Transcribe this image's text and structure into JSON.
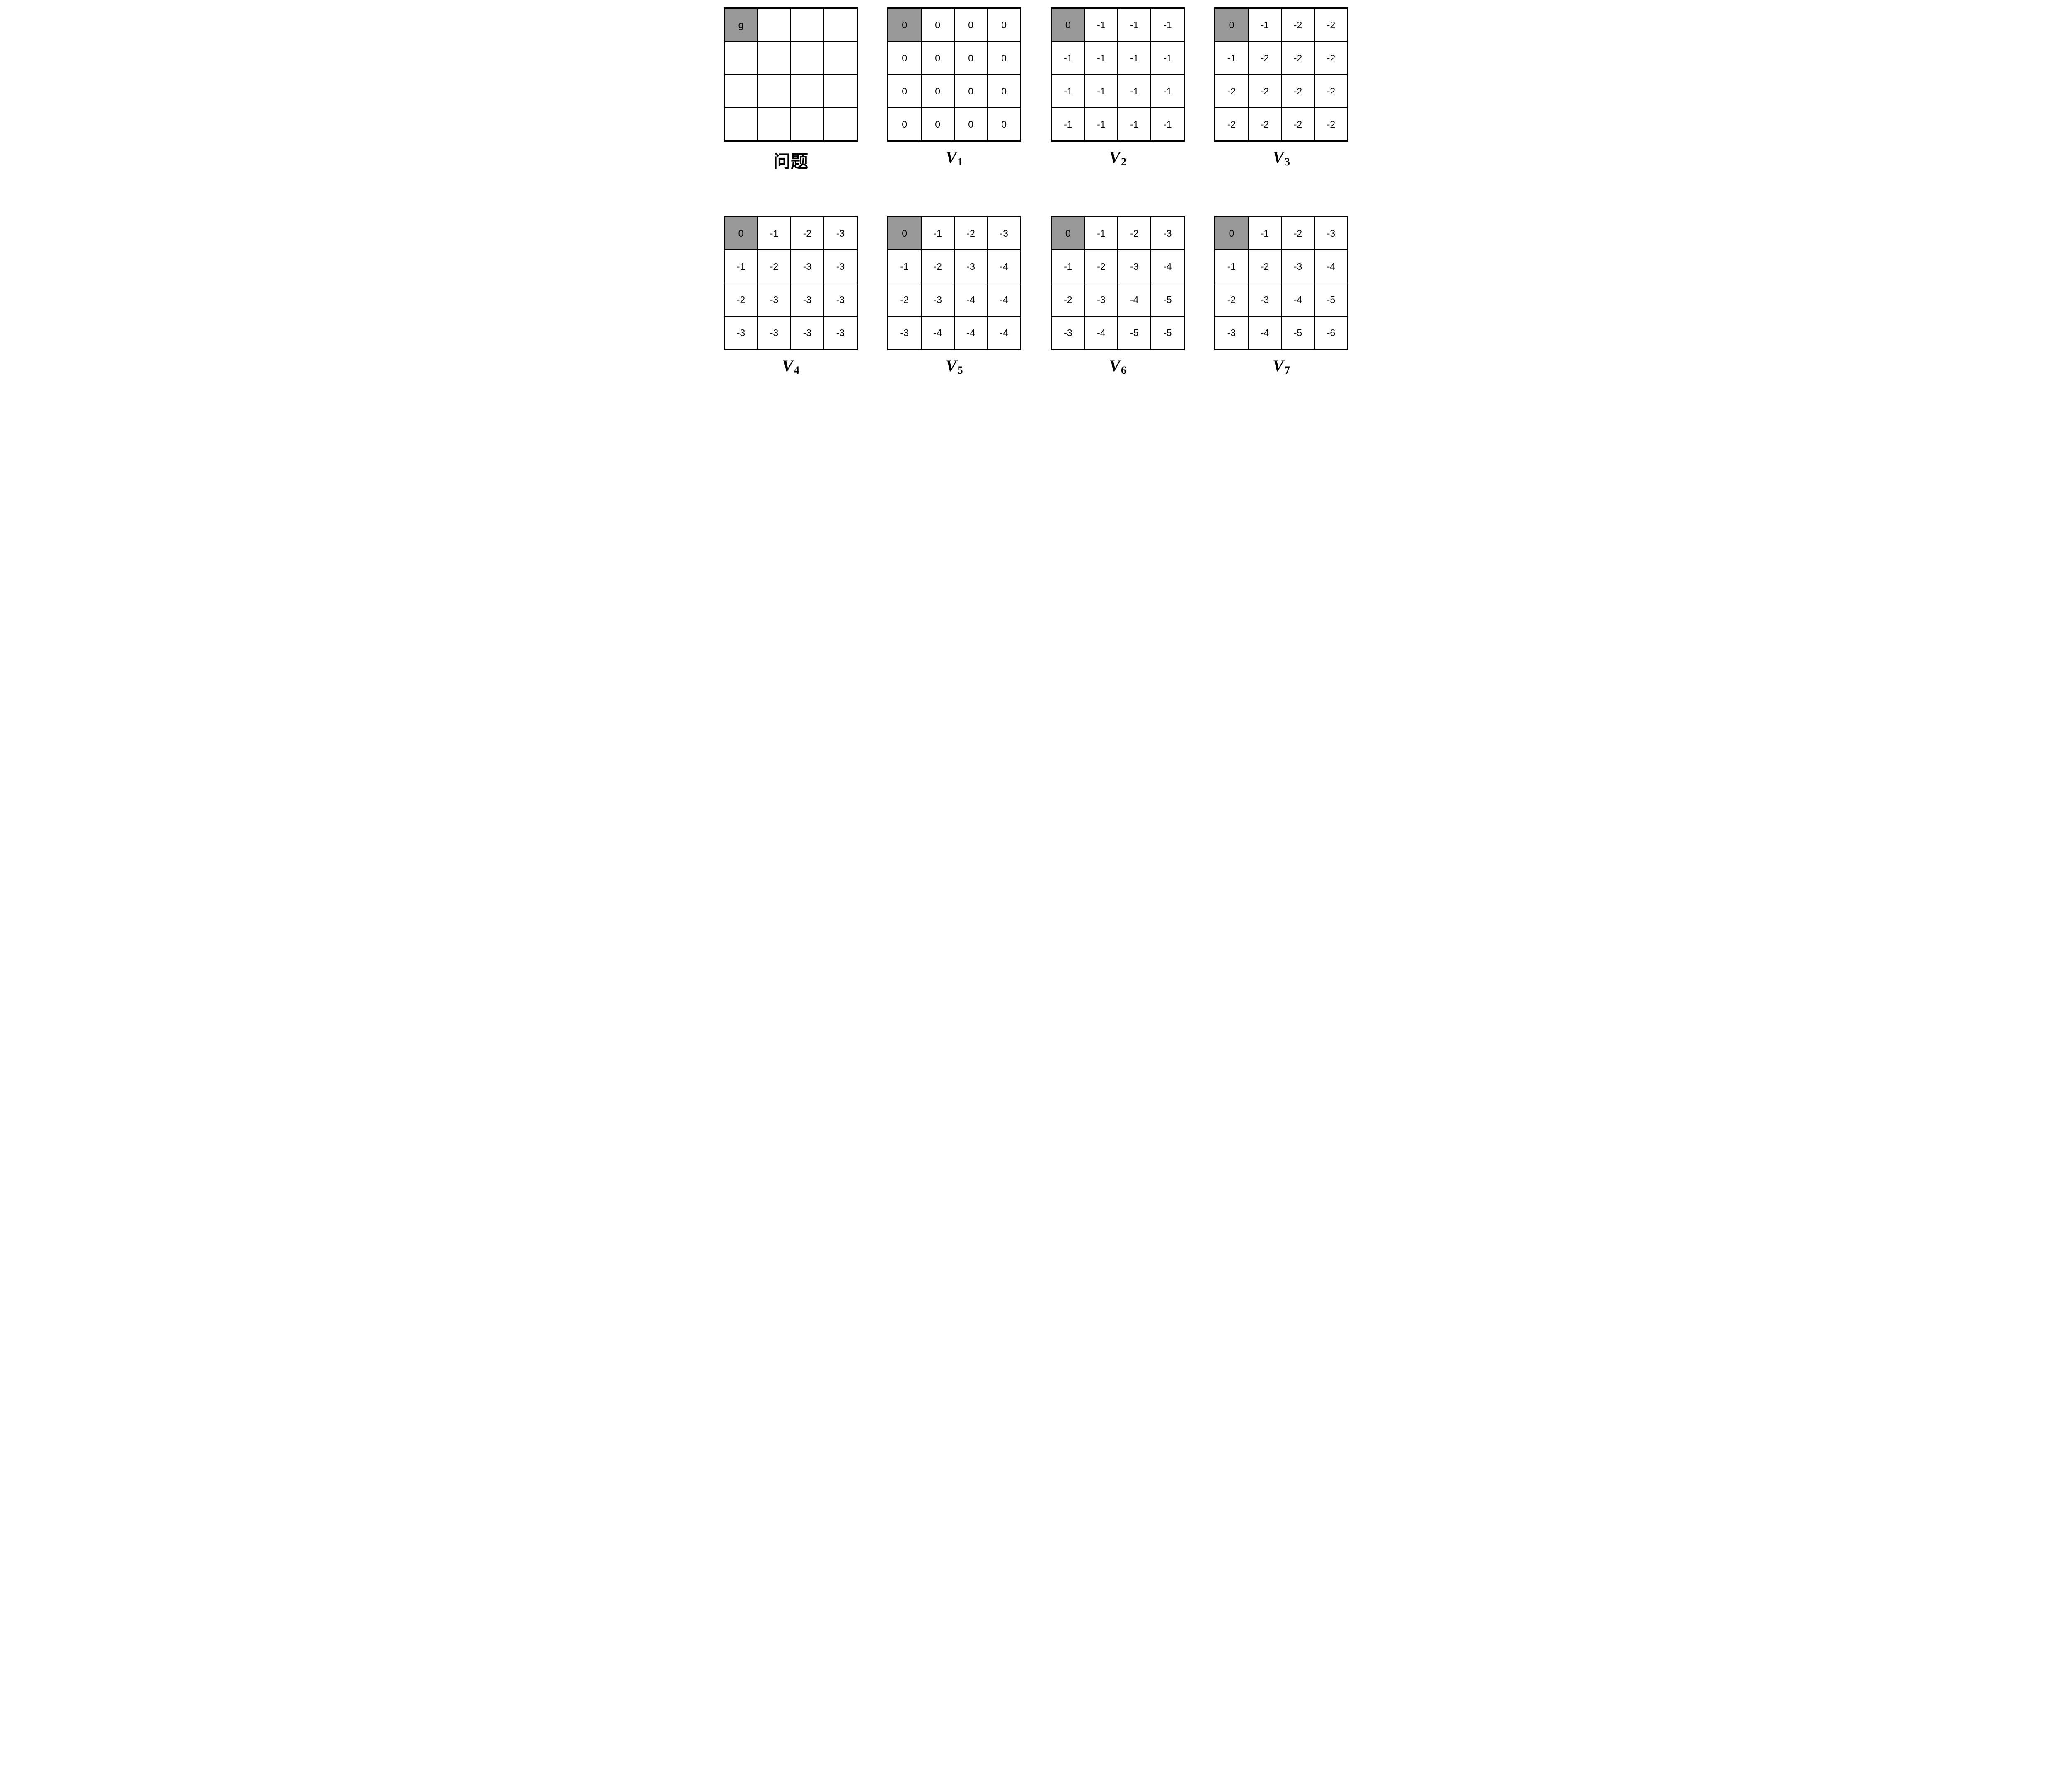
{
  "figure": {
    "background": "#ffffff",
    "highlight_color": "#999999",
    "grid_border_color": "#000000",
    "rows": 4,
    "cols": 4
  },
  "grids": [
    {
      "id": "problem",
      "label_main": "问题",
      "label_sub": "",
      "label_style": "cjk",
      "highlight": [
        0,
        0
      ],
      "cells": [
        [
          "g",
          "",
          "",
          ""
        ],
        [
          "",
          "",
          "",
          ""
        ],
        [
          "",
          "",
          "",
          ""
        ],
        [
          "",
          "",
          "",
          ""
        ]
      ]
    },
    {
      "id": "V1",
      "label_main": "V",
      "label_sub": "1",
      "label_style": "math",
      "highlight": [
        0,
        0
      ],
      "cells": [
        [
          "0",
          "0",
          "0",
          "0"
        ],
        [
          "0",
          "0",
          "0",
          "0"
        ],
        [
          "0",
          "0",
          "0",
          "0"
        ],
        [
          "0",
          "0",
          "0",
          "0"
        ]
      ]
    },
    {
      "id": "V2",
      "label_main": "V",
      "label_sub": "2",
      "label_style": "math",
      "highlight": [
        0,
        0
      ],
      "cells": [
        [
          "0",
          "-1",
          "-1",
          "-1"
        ],
        [
          "-1",
          "-1",
          "-1",
          "-1"
        ],
        [
          "-1",
          "-1",
          "-1",
          "-1"
        ],
        [
          "-1",
          "-1",
          "-1",
          "-1"
        ]
      ]
    },
    {
      "id": "V3",
      "label_main": "V",
      "label_sub": "3",
      "label_style": "math",
      "highlight": [
        0,
        0
      ],
      "cells": [
        [
          "0",
          "-1",
          "-2",
          "-2"
        ],
        [
          "-1",
          "-2",
          "-2",
          "-2"
        ],
        [
          "-2",
          "-2",
          "-2",
          "-2"
        ],
        [
          "-2",
          "-2",
          "-2",
          "-2"
        ]
      ]
    },
    {
      "id": "V4",
      "label_main": "V",
      "label_sub": "4",
      "label_style": "math",
      "highlight": [
        0,
        0
      ],
      "cells": [
        [
          "0",
          "-1",
          "-2",
          "-3"
        ],
        [
          "-1",
          "-2",
          "-3",
          "-3"
        ],
        [
          "-2",
          "-3",
          "-3",
          "-3"
        ],
        [
          "-3",
          "-3",
          "-3",
          "-3"
        ]
      ]
    },
    {
      "id": "V5",
      "label_main": "V",
      "label_sub": "5",
      "label_style": "math",
      "highlight": [
        0,
        0
      ],
      "cells": [
        [
          "0",
          "-1",
          "-2",
          "-3"
        ],
        [
          "-1",
          "-2",
          "-3",
          "-4"
        ],
        [
          "-2",
          "-3",
          "-4",
          "-4"
        ],
        [
          "-3",
          "-4",
          "-4",
          "-4"
        ]
      ]
    },
    {
      "id": "V6",
      "label_main": "V",
      "label_sub": "6",
      "label_style": "math",
      "highlight": [
        0,
        0
      ],
      "cells": [
        [
          "0",
          "-1",
          "-2",
          "-3"
        ],
        [
          "-1",
          "-2",
          "-3",
          "-4"
        ],
        [
          "-2",
          "-3",
          "-4",
          "-5"
        ],
        [
          "-3",
          "-4",
          "-5",
          "-5"
        ]
      ]
    },
    {
      "id": "V7",
      "label_main": "V",
      "label_sub": "7",
      "label_style": "math",
      "highlight": [
        0,
        0
      ],
      "cells": [
        [
          "0",
          "-1",
          "-2",
          "-3"
        ],
        [
          "-1",
          "-2",
          "-3",
          "-4"
        ],
        [
          "-2",
          "-3",
          "-4",
          "-5"
        ],
        [
          "-3",
          "-4",
          "-5",
          "-6"
        ]
      ]
    }
  ]
}
